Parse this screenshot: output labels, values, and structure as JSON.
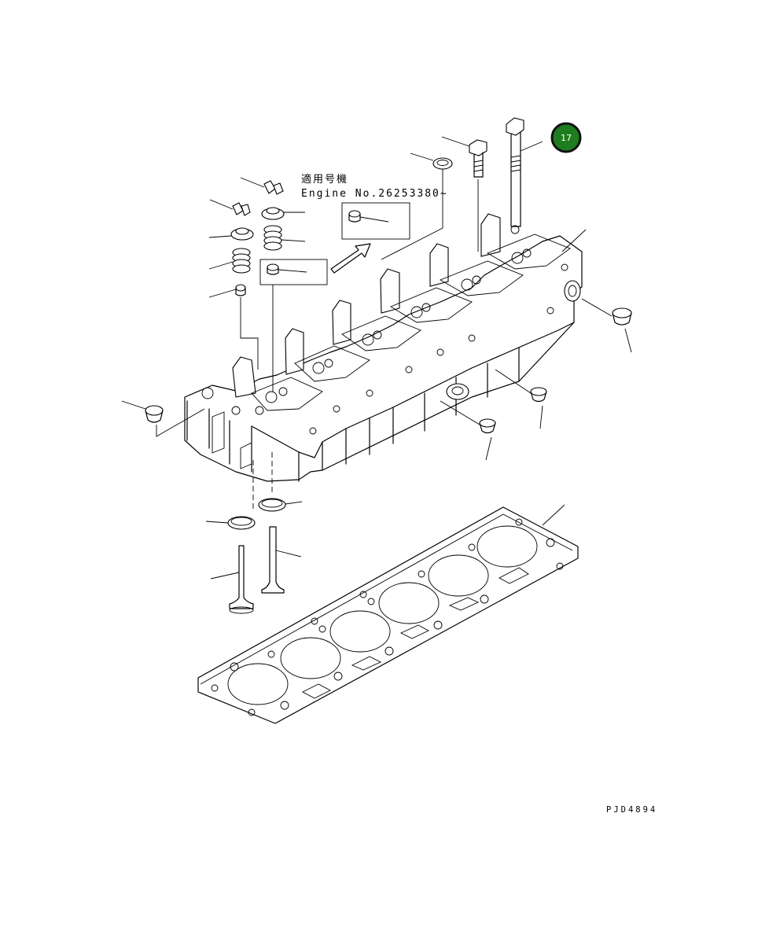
{
  "applicability": {
    "label_jp": "適用号機",
    "engine_no": "Engine No.26253380~"
  },
  "callout": {
    "number": "17",
    "color": "#1e7d1e",
    "border": "#111111"
  },
  "drawing_code": "PJD4894"
}
